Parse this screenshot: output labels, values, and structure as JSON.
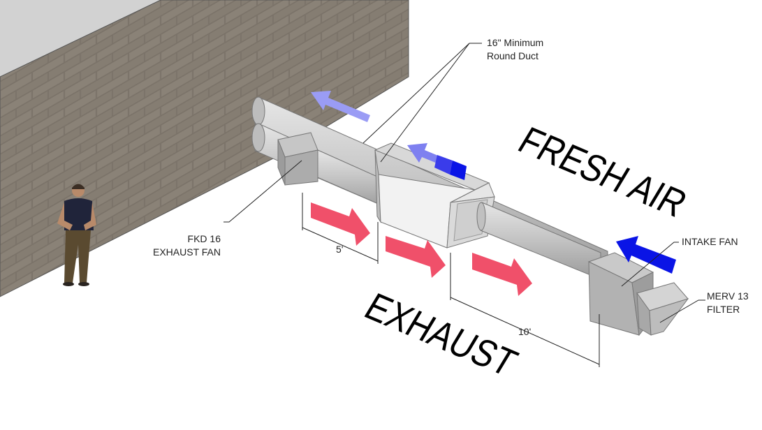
{
  "labels": {
    "duct_line1": "16\" Minimum",
    "duct_line2": "Round Duct",
    "exhaust_fan_line1": "FKD 16",
    "exhaust_fan_line2": "EXHAUST FAN",
    "intake_fan": "INTAKE FAN",
    "filter_line1": "MERV 13",
    "filter_line2": "FILTER",
    "fresh_air": "FRESH AIR",
    "exhaust": "EXHAUST",
    "dim_5": "5'",
    "dim_10": "10'"
  },
  "colors": {
    "fresh_air_arrow": "#0a14e6",
    "fresh_air_arrow_light": "#8a8cf5",
    "exhaust_arrow": "#f0506a",
    "duct": "#c8c8c8",
    "brick": "#7d756b"
  }
}
